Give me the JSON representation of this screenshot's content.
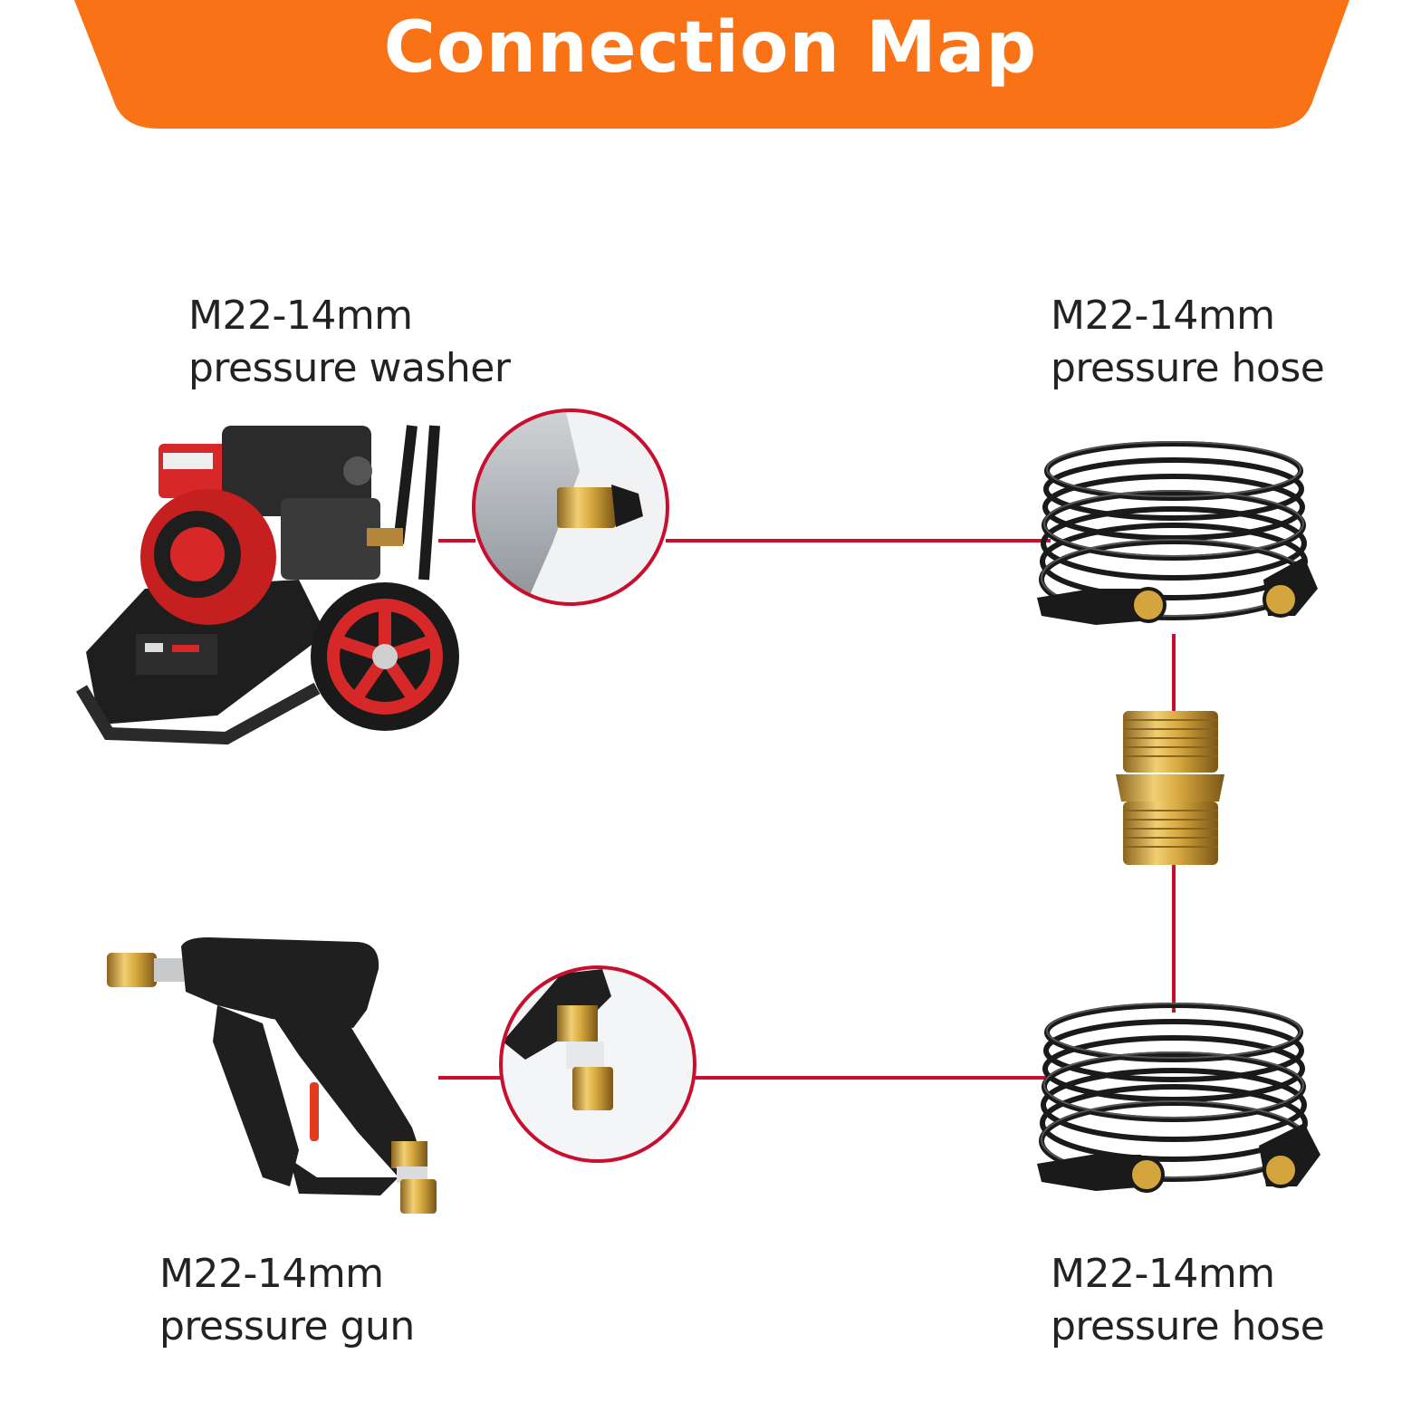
{
  "header": {
    "title": "Connection Map"
  },
  "labels": {
    "washer": {
      "line1": "M22-14mm",
      "line2": "pressure washer"
    },
    "hose_top": {
      "line1": "M22-14mm",
      "line2": "pressure hose"
    },
    "gun": {
      "line1": "M22-14mm",
      "line2": "pressure gun"
    },
    "hose_bottom": {
      "line1": "M22-14mm",
      "line2": "pressure hose"
    }
  },
  "colors": {
    "banner": "#f97316",
    "connector_line": "#c8102e",
    "brass": "#d4a53c",
    "hose": "#1a1a1a",
    "engine_red": "#d62828"
  }
}
